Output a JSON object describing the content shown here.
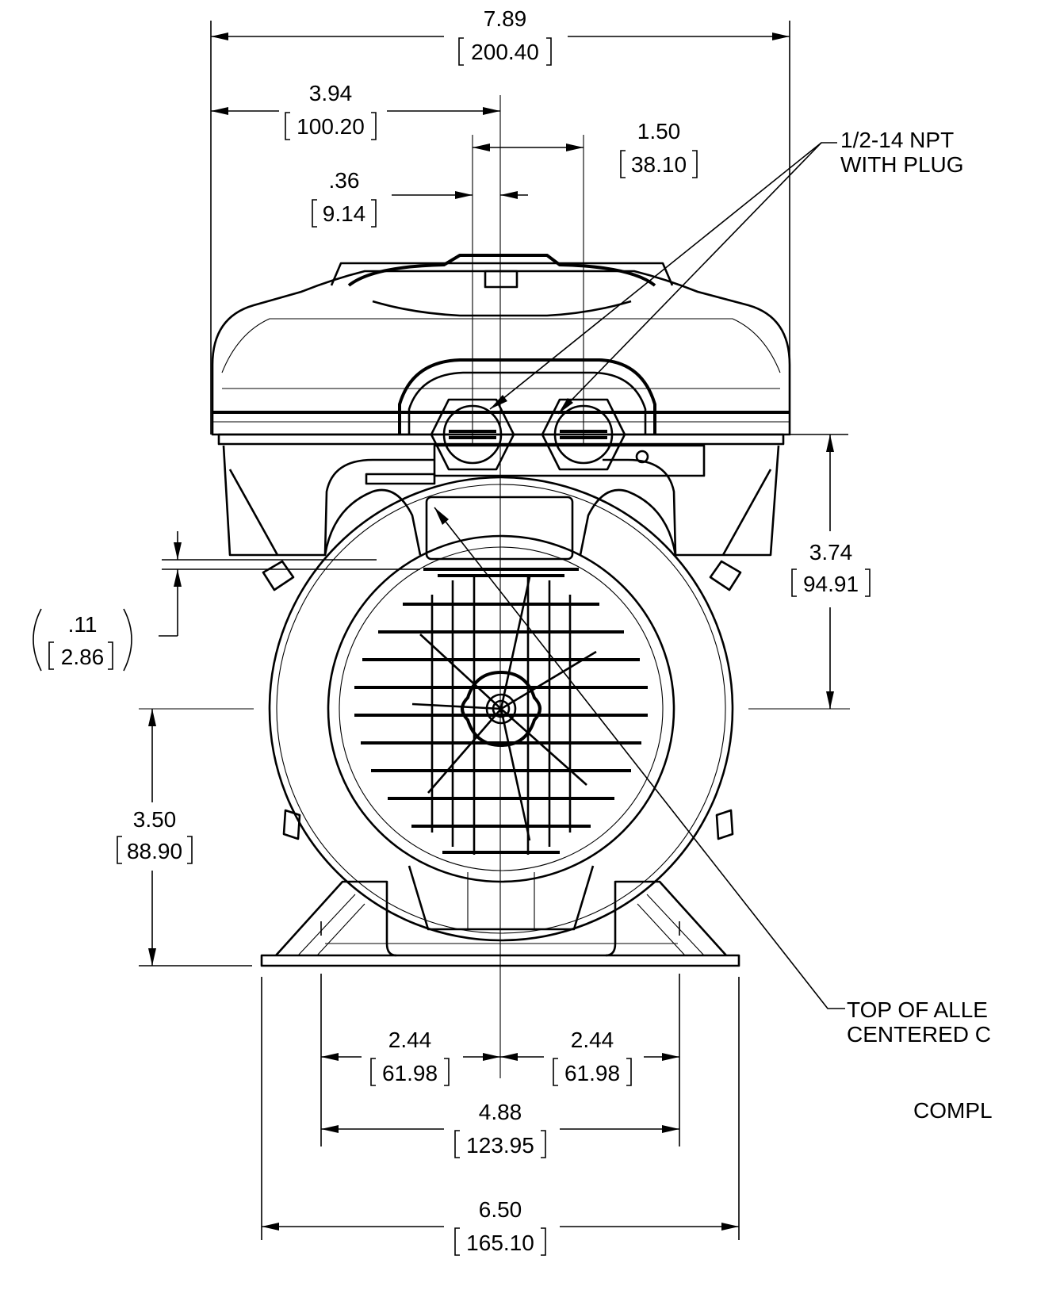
{
  "dimensions": {
    "overall_width": {
      "in": "7.89",
      "mm": "200.40"
    },
    "left_to_center": {
      "in": "3.94",
      "mm": "100.20"
    },
    "conduit_spacing": {
      "in": "1.50",
      "mm": "38.10"
    },
    "conduit_offset": {
      "in": ".36",
      "mm": "9.14"
    },
    "box_height": {
      "in": "3.74",
      "mm": "94.91"
    },
    "ref_offset": {
      "in": ".11",
      "mm": "2.86"
    },
    "shaft_height": {
      "in": "3.50",
      "mm": "88.90"
    },
    "foot_half_left": {
      "in": "2.44",
      "mm": "61.98"
    },
    "foot_half_right": {
      "in": "2.44",
      "mm": "61.98"
    },
    "foot_span": {
      "in": "4.88",
      "mm": "123.95"
    },
    "base_width": {
      "in": "6.50",
      "mm": "165.10"
    }
  },
  "notes": {
    "npt_line1": "1/2-14 NPT",
    "npt_line2": "WITH PLUG",
    "allen_line1": "TOP OF ALLE",
    "allen_line2": "CENTERED C",
    "compl": "COMPL"
  }
}
